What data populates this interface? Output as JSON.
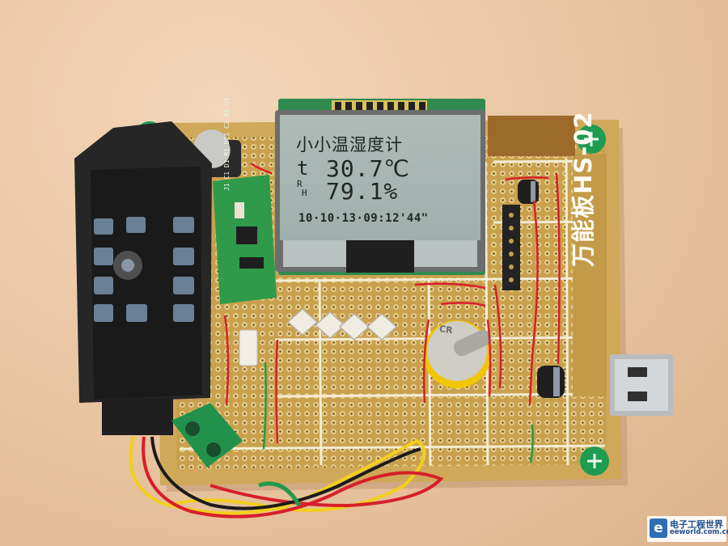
{
  "photo": {
    "lcd": {
      "title": "小小温湿度计",
      "temp_label": "t",
      "temperature": "30.7℃",
      "rh_label_r": "R",
      "rh_label_h": "H",
      "humidity": "79.1%",
      "datetime": "10·10·13·09:12'44\""
    },
    "board_label": "万能板HS-02",
    "silkscreen": "J1 C1 D1 R1 BT1 C2 R2 U1",
    "battery_label": "CR",
    "watermark": {
      "logo": "e",
      "name": "电子工程世界",
      "site": "eeworld.com.cn"
    }
  }
}
